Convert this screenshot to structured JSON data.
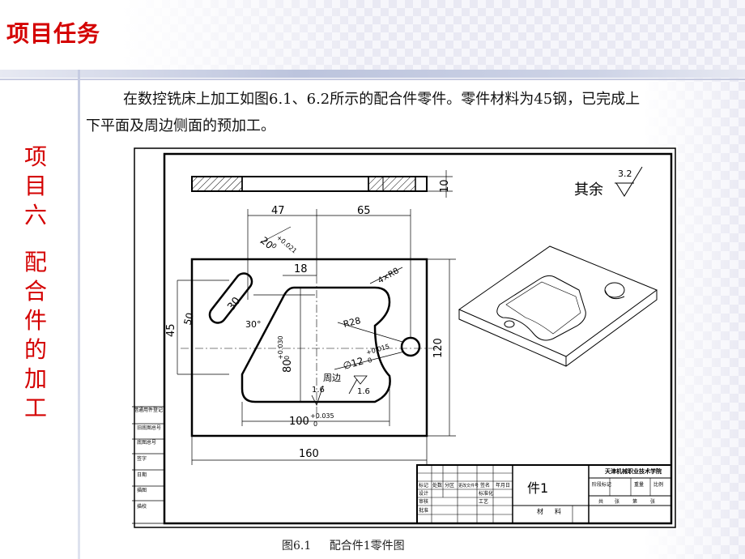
{
  "page": {
    "title": "项目任务",
    "side_label_top": [
      "项",
      "目",
      "六"
    ],
    "side_label_bottom": [
      "配",
      "合",
      "件",
      "的",
      "加",
      "工"
    ],
    "paragraph": "在数控铣床上加工如图6.1、6.2所示的配合件零件。零件材料为45钢，已完成上下平面及周边侧面的预加工。",
    "caption": "图6.1 配合件1零件图"
  },
  "drawing": {
    "dims": {
      "d47": "47",
      "d65": "65",
      "d10": "10",
      "d18": "18",
      "d45": "45",
      "d30deg": "30°",
      "d30": "30",
      "d50": "50",
      "d120": "120",
      "d160": "160",
      "slot_width": "20",
      "slot_tol": "+0.021",
      "slot_tol_low": "0",
      "pocket_width": "100",
      "pocket_width_tol": "+0.035",
      "pocket_width_tol_low": "0",
      "pocket_height": "80",
      "pocket_height_tol": "+0.030",
      "pocket_height_tol_low": "0",
      "hole_dia": "∅12",
      "hole_tol": "+0.015",
      "hole_tol_low": "0",
      "radius": "R28",
      "corner": "4×R8",
      "perimeter_label": "周边",
      "rough_1": "1.6",
      "rough_2": "1.6",
      "rough_rest": "其余",
      "rough_rest_value": "3.2"
    },
    "title_block": {
      "part_name": "件1",
      "row_labels": [
        "标记",
        "处数",
        "分区",
        "更改文件号",
        "签名",
        "年月日"
      ],
      "row2": [
        "设计",
        "标准化"
      ],
      "row3": [
        "审核",
        "工艺"
      ],
      "row4": [
        "批准"
      ],
      "stage_labels": [
        "阶段标记",
        "重量",
        "比例"
      ],
      "sheet_labels": [
        "共",
        "张",
        "第",
        "张"
      ],
      "material_label": "材",
      "material_value": "料",
      "org": "天津机械职业技术学院"
    },
    "left_strip": [
      "借通用件登记",
      "旧底图总号",
      "底图总号",
      "签字",
      "日期",
      "描图",
      "描校"
    ]
  }
}
